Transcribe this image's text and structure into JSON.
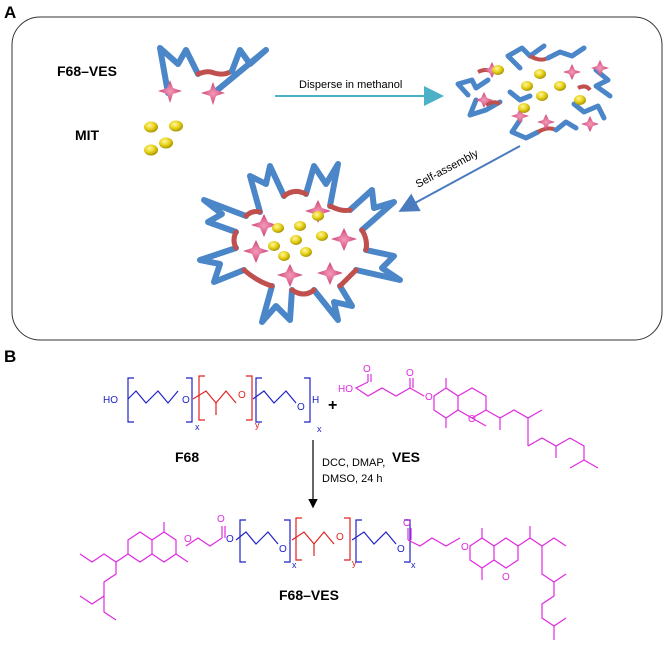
{
  "panel_a": {
    "label": "A",
    "f68_ves_label": "F68–VES",
    "mit_label": "MIT",
    "step1_label": "Disperse in methanol",
    "step2_label": "Self-assembly"
  },
  "panel_b": {
    "label": "B",
    "f68_label": "F68",
    "ves_label": "VES",
    "plus": "+",
    "conditions_line1": "DCC, DMAP,",
    "conditions_line2": "DMSO, 24 h",
    "product_label": "F68–VES",
    "ho_left": "HO",
    "ho_right": "HO",
    "o_atom": "O",
    "h_atom": "H",
    "sub_x": "x",
    "sub_y": "y"
  },
  "colors": {
    "peo_blue": "#1f22c9",
    "ppo_red": "#e0221f",
    "ves_magenta": "#e02be0",
    "polymer_blue": "#4a86c8",
    "linker_red": "#c0504d",
    "star_pink": "#d9477a",
    "drug_yellow": "#e8d21a",
    "arrow_teal": "#4bb0c8",
    "arrow_blue": "#4a7bbf"
  }
}
